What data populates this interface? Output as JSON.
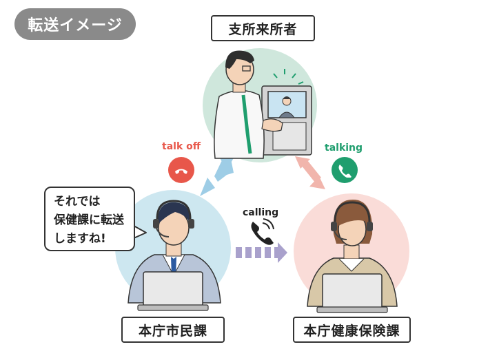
{
  "title": "転送イメージ",
  "nodes": {
    "branch_visitor": "支所来所者",
    "citizen_section": "本庁市民課",
    "health_section": "本庁健康保険課"
  },
  "speech_bubble": {
    "lines": [
      "それでは",
      "保健課に転送",
      "しますね!"
    ]
  },
  "states": {
    "talk_off": "talk off",
    "talking": "talking",
    "calling": "calling"
  },
  "colors": {
    "talk_off": "#e8574a",
    "talking": "#1f9e6e",
    "calling_arrow": "#a9a1cc",
    "link_arrow_blue": "#9ecde6",
    "link_arrow_pink": "#f1b5ac",
    "circle_top": "#cfe7dc",
    "circle_left": "#cde7f0",
    "circle_right": "#fadcd8"
  },
  "icons": [
    "phone-hangup-icon",
    "phone-icon",
    "phone-calling-icon"
  ]
}
